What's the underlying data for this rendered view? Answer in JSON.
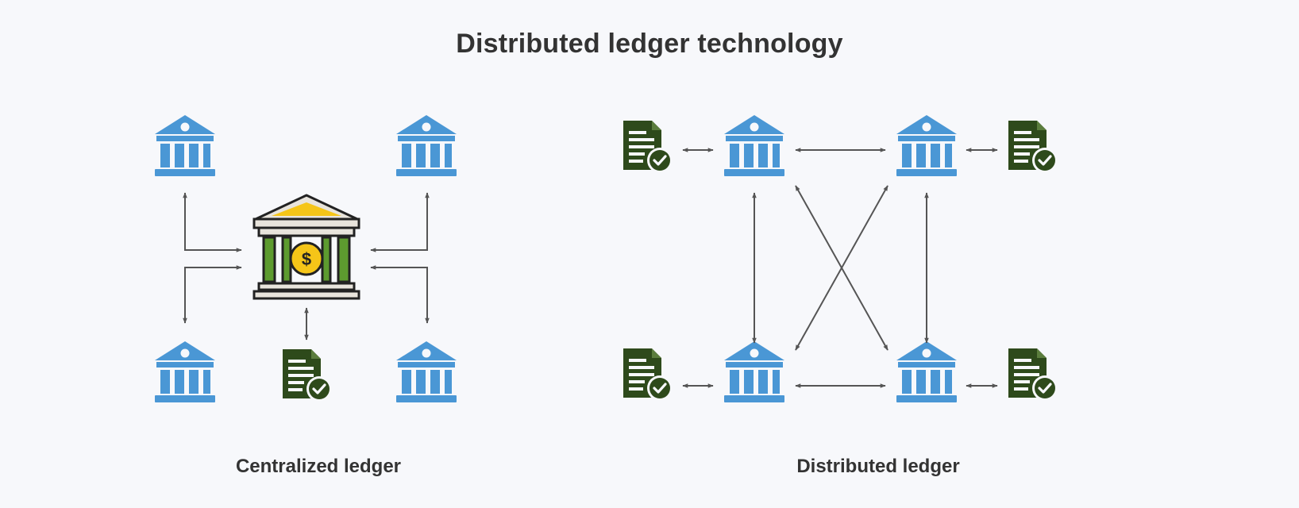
{
  "title": "Distributed ledger technology",
  "sections": {
    "centralized": {
      "label": "Centralized ledger"
    },
    "distributed": {
      "label": "Distributed ledger"
    }
  },
  "central_bank": {
    "symbol": "$"
  },
  "colors": {
    "bank_blue": "#4a97d5",
    "doc_green": "#2e4a1b",
    "arrow": "#555555",
    "gold": "#f5c518",
    "pillar_green": "#5d9b2f",
    "text": "#333333"
  },
  "icons": {
    "bank": "bank-icon",
    "ledger_doc": "ledger-document-icon",
    "central_bank": "central-bank-icon"
  }
}
